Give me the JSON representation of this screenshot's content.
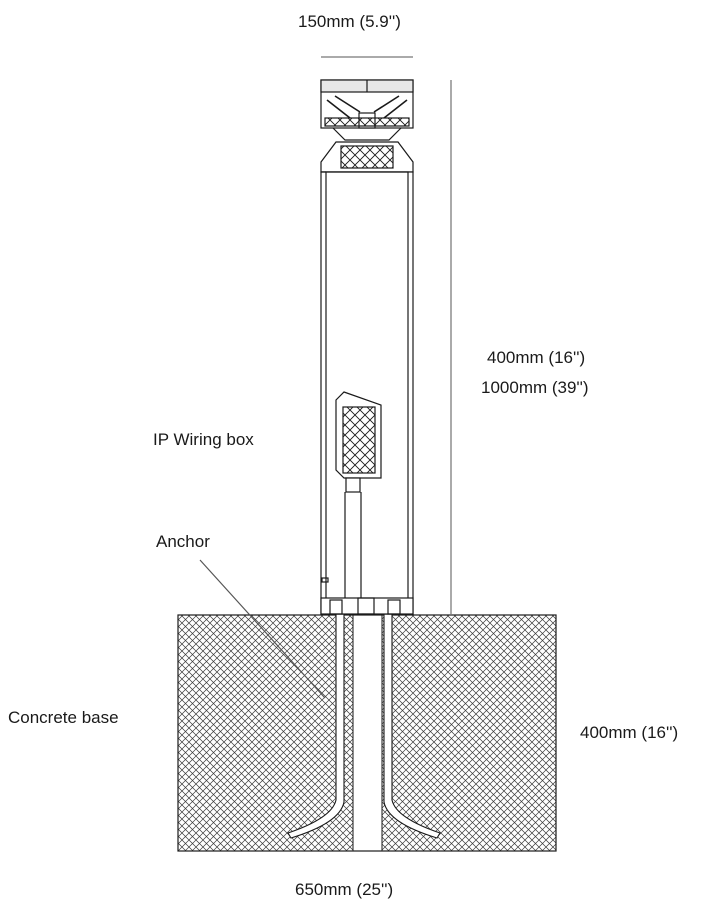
{
  "dimensions": {
    "top_width": "150mm (5.9'')",
    "post_height_a": "400mm (16'')",
    "post_height_b": "1000mm (39'')",
    "base_depth": "400mm (16'')",
    "base_width": "650mm (25'')"
  },
  "callouts": {
    "wiring_box": "IP Wiring box",
    "anchor": "Anchor",
    "concrete": "Concrete base"
  },
  "colors": {
    "line": "#1a1a1a",
    "hatch": "#3a3a3a",
    "background": "#ffffff"
  }
}
